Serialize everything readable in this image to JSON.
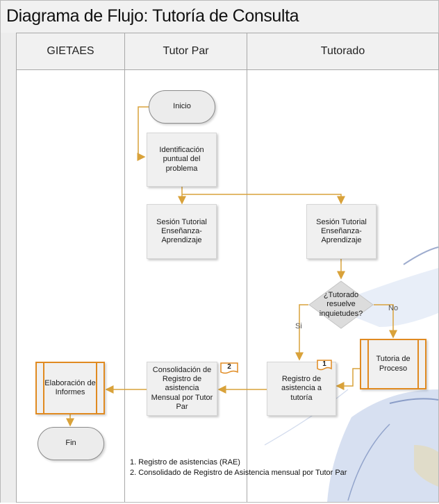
{
  "title": "Diagrama de Flujo: Tutoría de Consulta",
  "lanes": [
    "GIETAES",
    "Tutor Par",
    "Tutorado"
  ],
  "nodes": {
    "inicio": "Inicio",
    "identificacion": "Identificación puntual del problema",
    "sesion_tutor": "Sesión Tutorial Enseñanza-Aprendizaje",
    "sesion_tutorado": "Sesión Tutorial Enseñanza-Aprendizaje",
    "decision": "¿Tutorado resuelve inquietudes?",
    "tutoria_proceso": "Tutoria de Proceso",
    "registro": "Registro de asistencia a tutoría",
    "consolidacion": "Consolidación de Registro de asistencia Mensual por Tutor Par",
    "elaboracion": "Elaboración de Informes",
    "fin": "Fin"
  },
  "branch_labels": {
    "yes": "Si",
    "no": "No"
  },
  "doc_markers": {
    "registro": "1",
    "consolidacion": "2"
  },
  "notes": [
    "1. Registro de asistencias (RAE)",
    "2. Consolidado de Registro de Asistencia mensual por Tutor Par"
  ],
  "colors": {
    "connector": "#d9a23a",
    "subprocess_border": "#e08a20",
    "process_fill": "#f0f0f0",
    "decision_fill": "#dcdcdc",
    "watermark": "#3d5a9e"
  }
}
